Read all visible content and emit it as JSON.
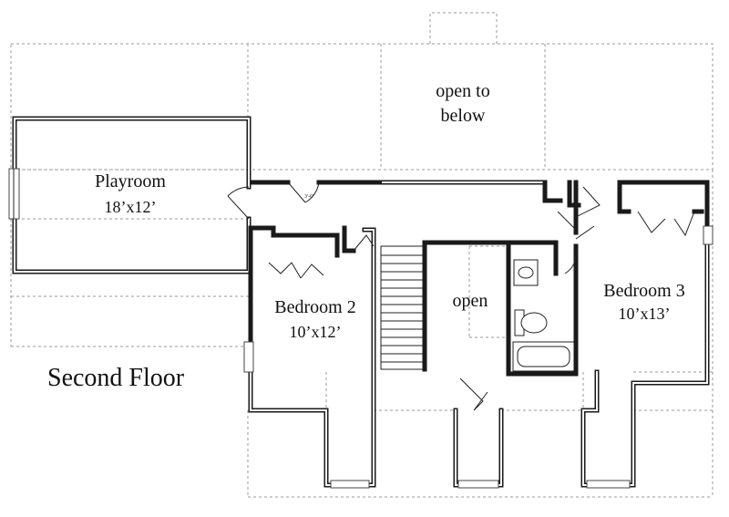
{
  "plan_title": "Second Floor",
  "note_open_below_line1": "open to",
  "note_open_below_line2": "below",
  "note_open": "open",
  "small_label": "3'-6\"",
  "rooms": [
    {
      "name": "Playroom",
      "size": "18’x12’"
    },
    {
      "name": "Bedroom 2",
      "size": "10’x12’"
    },
    {
      "name": "Bedroom 3",
      "size": "10’x13’"
    }
  ],
  "colors": {
    "wall": "#1a1a1a",
    "dashed": "#9a9a9a",
    "background": "#ffffff"
  }
}
